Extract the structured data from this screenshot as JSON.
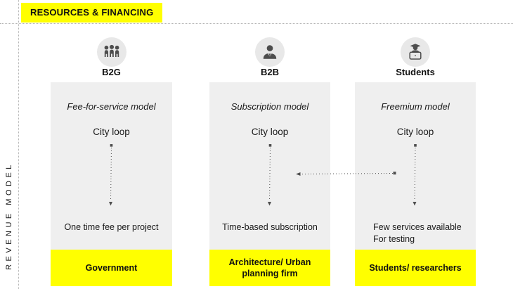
{
  "page": {
    "title": "RESOURCES & FINANCING",
    "side_label": "REVENUE MODEL"
  },
  "colors": {
    "highlight_yellow": "#ffff00",
    "card_gray": "#efefef",
    "icon_circle_gray": "#e8e8e8",
    "icon_glyph_gray": "#4d4d4d",
    "guide_dotted_gray": "#b3b3b3",
    "arrow_gray": "#4d4d4d",
    "text_black": "#1a1a1a"
  },
  "columns": [
    {
      "id": "b2g",
      "icon": "people-group-icon",
      "header": "B2G",
      "model": "Fee-for-service model",
      "product": "City loop",
      "pricing": "One time fee per project",
      "customer": "Government"
    },
    {
      "id": "b2b",
      "icon": "businessman-icon",
      "header": "B2B",
      "model": "Subscription model",
      "product": "City loop",
      "pricing": "Time-based subscription",
      "customer": "Architecture/ Urban\nplanning firm"
    },
    {
      "id": "students",
      "icon": "graduate-laptop-icon",
      "header": "Students",
      "model": "Freemium model",
      "product": "City loop",
      "pricing": "Few services available\nFor testing",
      "customer": "Students/ researchers"
    }
  ]
}
